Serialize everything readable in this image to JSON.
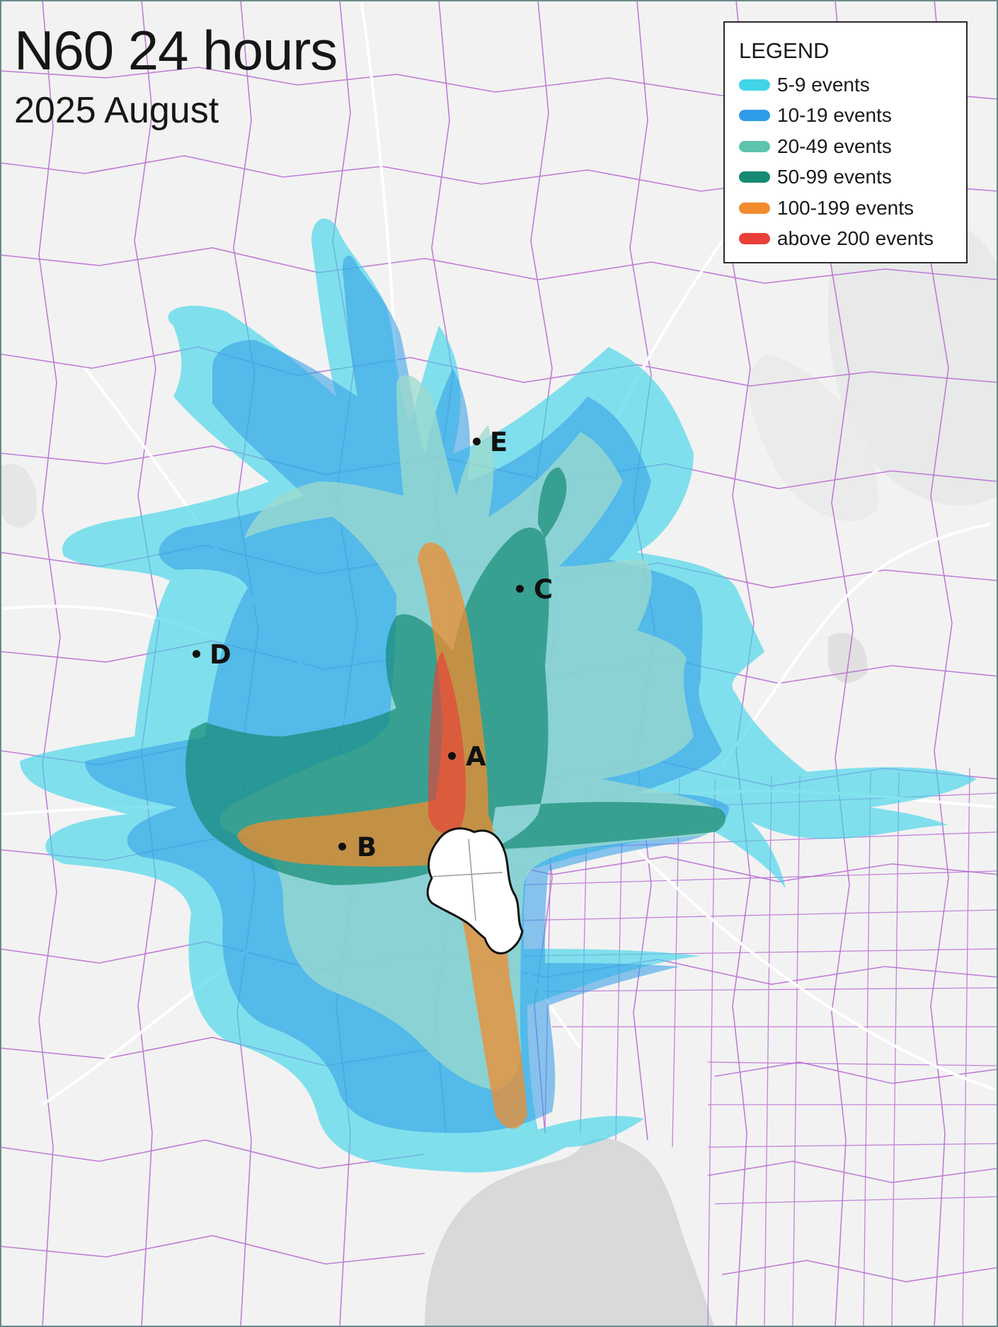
{
  "map": {
    "title": "N60 24 hours",
    "subtitle": "2025 August"
  },
  "legend": {
    "title": "LEGEND",
    "items": [
      {
        "label": "5-9 events",
        "color": "#42d4e8"
      },
      {
        "label": "10-19 events",
        "color": "#2e9be8"
      },
      {
        "label": "20-49 events",
        "color": "#5fc4ad"
      },
      {
        "label": "50-99 events",
        "color": "#168a73"
      },
      {
        "label": "100-199 events",
        "color": "#f08c2e"
      },
      {
        "label": "above 200 events",
        "color": "#e84038"
      }
    ]
  },
  "markers": [
    {
      "label": "A"
    },
    {
      "label": "B"
    },
    {
      "label": "C"
    },
    {
      "label": "D"
    },
    {
      "label": "E"
    }
  ],
  "colors": {
    "land": "#f2f2f2",
    "water": "#d7d9db",
    "boundary": "#b768d3",
    "road": "#ffffff",
    "airport": "#ffffff"
  }
}
